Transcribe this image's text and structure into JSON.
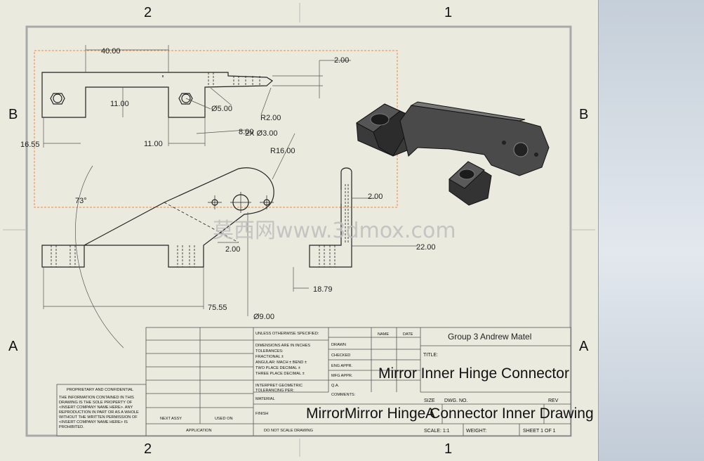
{
  "zones": {
    "top": [
      "2",
      "1"
    ],
    "side": [
      "B",
      "A"
    ],
    "bottom": [
      "2",
      "1"
    ]
  },
  "dimensions": {
    "d1": "40.00",
    "d2": "2.00",
    "d3": "11.00",
    "d4": "16.55",
    "d5": "11.00",
    "d6": "Ø5.00",
    "d7": "R2.00",
    "d8": "8.00",
    "d9": "2X Ø3.00",
    "d10": "R16.00",
    "d11": "73°",
    "d12": "2.00",
    "d13": "2.00",
    "d14": "22.00",
    "d15": "18.79",
    "d16": "75.55",
    "d17": "Ø9.00"
  },
  "watermark": "莫西网www.3dmox.com",
  "title_block": {
    "unless": "UNLESS OTHERWISE SPECIFIED:",
    "dims_lines": [
      "DIMENSIONS ARE IN INCHES",
      "TOLERANCES:",
      "FRACTIONAL ±",
      "ANGULAR: MACH ±   BEND ±",
      "TWO PLACE DECIMAL   ±",
      "THREE PLACE DECIMAL  ±"
    ],
    "interpret": [
      "INTERPRET GEOMETRIC",
      "TOLERANCING PER:"
    ],
    "material": "MATERIAL",
    "finish": "FINISH",
    "donot": "DO NOT SCALE DRAWING",
    "name": "NAME",
    "date": "DATE",
    "rows": [
      "DRAWN",
      "CHECKED",
      "ENG APPR.",
      "MFG APPR.",
      "Q.A.",
      "COMMENTS:"
    ],
    "company": "Group 3 Andrew Matel",
    "title_label": "TITLE:",
    "title": "Mirror Inner Hinge Connector",
    "size": "SIZE",
    "size_val": "A",
    "dwg": "DWG. NO.",
    "rev": "REV",
    "dwg_no": "MirrorMirror Hinge Connector Inner Drawing",
    "scale": "SCALE: 1:1",
    "weight": "WEIGHT:",
    "sheet": "SHEET 1 OF 1",
    "next_assy": "NEXT ASSY",
    "used_on": "USED ON",
    "application": "APPLICATION"
  },
  "proprietary": {
    "heading": "PROPRIETARY AND CONFIDENTIAL",
    "lines": [
      "THE INFORMATION CONTAINED IN THIS",
      "DRAWING IS THE SOLE PROPERTY OF",
      "<INSERT COMPANY NAME HERE>. ANY",
      "REPRODUCTION IN PART OR AS A WHOLE",
      "WITHOUT THE WRITTEN PERMISSION OF",
      "<INSERT COMPANY NAME HERE> IS",
      "PROHIBITED."
    ]
  }
}
